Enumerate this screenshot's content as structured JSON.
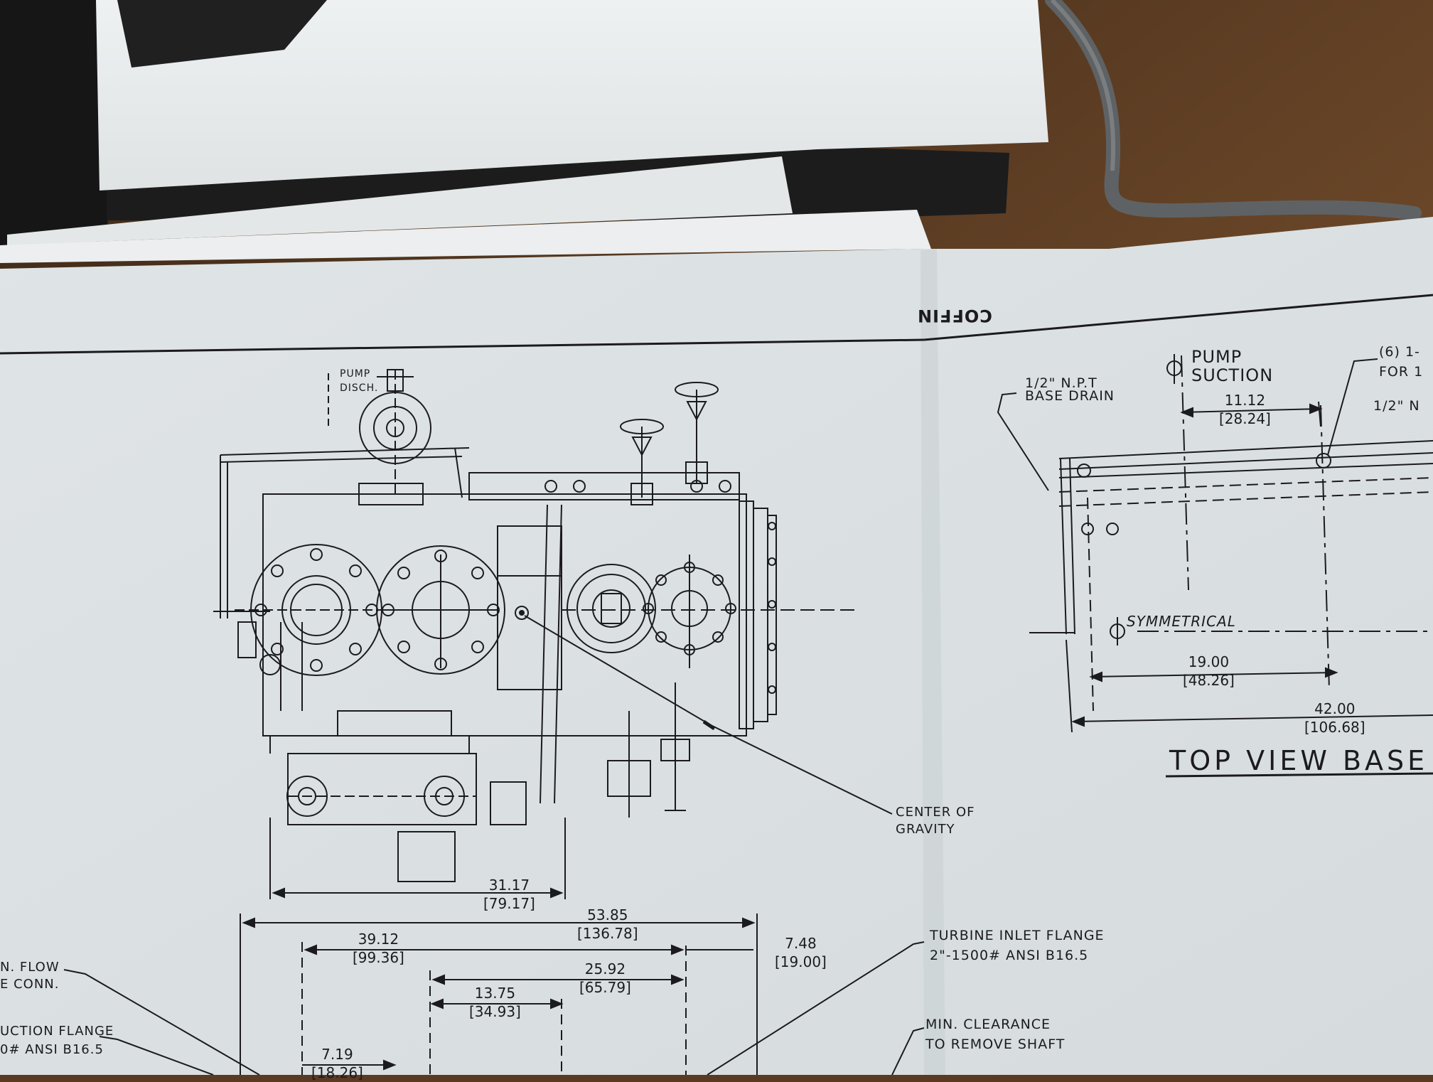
{
  "header": {
    "coffin_label": "COFFIN"
  },
  "callouts": {
    "pump_disch_1": "PUMP",
    "pump_disch_2": "DISCH.",
    "center_of_gravity_1": "CENTER OF",
    "center_of_gravity_2": "GRAVITY",
    "turbine_inlet_1": "TURBINE INLET FLANGE",
    "turbine_inlet_2": "2\"-1500# ANSI B16.5",
    "min_clearance_1": "MIN. CLEARANCE",
    "min_clearance_2": "TO REMOVE SHAFT",
    "min_flow_1": "N. FLOW",
    "min_flow_2": "E CONN.",
    "suction_flange_1": "UCTION FLANGE",
    "suction_flange_2": "0# ANSI B16.5",
    "base_drain_1": "1/2\" N.P.T",
    "base_drain_2": "BASE DRAIN",
    "pump_suction_1": "PUMP",
    "pump_suction_2": "SUCTION",
    "note_6_1": "(6) 1-",
    "note_6_2": "FOR 1",
    "note_6_3": "1/2\" N",
    "symmetrical": "SYMMETRICAL",
    "top_view": "TOP VIEW BASE"
  },
  "dimensions": {
    "d31_17": {
      "in": "31.17",
      "mm": "[79.17]"
    },
    "d53_85": {
      "in": "53.85",
      "mm": "[136.78]"
    },
    "d39_12": {
      "in": "39.12",
      "mm": "[99.36]"
    },
    "d25_92": {
      "in": "25.92",
      "mm": "[65.79]"
    },
    "d13_75": {
      "in": "13.75",
      "mm": "[34.93]"
    },
    "d7_19": {
      "in": "7.19",
      "mm": "[18.26]"
    },
    "d7_48": {
      "in": "7.48",
      "mm": "[19.00]"
    },
    "d11_12": {
      "in": "11.12",
      "mm": "[28.24]"
    },
    "d19_00": {
      "in": "19.00",
      "mm": "[48.26]"
    },
    "d42_00": {
      "in": "42.00",
      "mm": "[106.68]"
    }
  },
  "colors": {
    "desk": "#5a3a22",
    "paper": "#e4e8ea",
    "ink": "#1b1b1f",
    "dark_folder": "#1a1a1a",
    "cable": "#5e6264"
  }
}
